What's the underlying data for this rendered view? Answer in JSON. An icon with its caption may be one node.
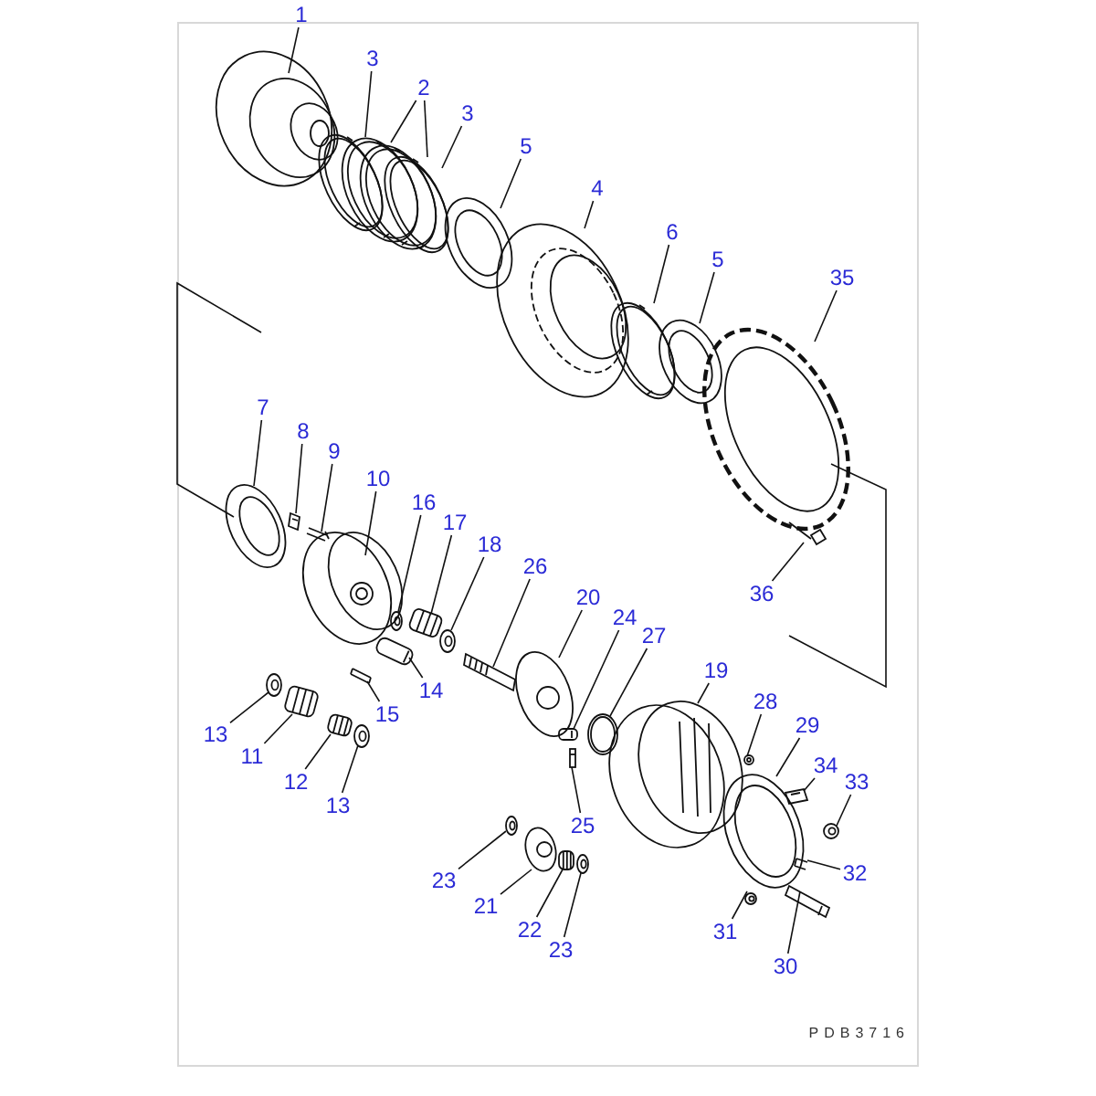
{
  "diagram": {
    "nodes": [
      {
        "text": [
          "1"
        ]
      },
      {
        "text": [
          "3"
        ]
      },
      {
        "text": [
          "2"
        ]
      },
      {
        "text": [
          "3"
        ]
      },
      {
        "text": [
          "5"
        ]
      },
      {
        "text": [
          "4"
        ]
      },
      {
        "text": [
          "6"
        ]
      },
      {
        "text": [
          "5"
        ]
      },
      {
        "text": [
          "35"
        ]
      },
      {
        "text": [
          "7"
        ]
      },
      {
        "text": [
          "8"
        ]
      },
      {
        "text": [
          "9"
        ]
      },
      {
        "text": [
          "10"
        ]
      },
      {
        "text": [
          "16"
        ]
      },
      {
        "text": [
          "17"
        ]
      },
      {
        "text": [
          "18"
        ]
      },
      {
        "text": [
          "26"
        ]
      },
      {
        "text": [
          "20"
        ]
      },
      {
        "text": [
          "24"
        ]
      },
      {
        "text": [
          "27"
        ]
      },
      {
        "text": [
          "19"
        ]
      },
      {
        "text": [
          "28"
        ]
      },
      {
        "text": [
          "29"
        ]
      },
      {
        "text": [
          "34"
        ]
      },
      {
        "text": [
          "33"
        ]
      },
      {
        "text": [
          "36"
        ]
      },
      {
        "text": [
          "14"
        ]
      },
      {
        "text": [
          "15"
        ]
      },
      {
        "text": [
          "13"
        ]
      },
      {
        "text": [
          "11"
        ]
      },
      {
        "text": [
          "12"
        ]
      },
      {
        "text": [
          "13"
        ]
      },
      {
        "text": [
          "25"
        ]
      },
      {
        "text": [
          "32"
        ]
      },
      {
        "text": [
          "31"
        ]
      },
      {
        "text": [
          "30"
        ]
      },
      {
        "text": [
          "23"
        ]
      },
      {
        "text": [
          "21"
        ]
      },
      {
        "text": [
          "22"
        ]
      },
      {
        "text": [
          "23"
        ]
      },
      {
        "text": [],
        "shape": "picture"
      },
      {
        "text": [],
        "shape": "picture"
      },
      {
        "text": [],
        "shape": "picture"
      },
      {
        "text": [],
        "shape": "picture"
      },
      {
        "text": [],
        "shape": "picture"
      },
      {
        "text": [],
        "shape": "picture"
      },
      {
        "text": [],
        "shape": "picture"
      },
      {
        "text": [],
        "shape": "picture"
      },
      {
        "text": [],
        "shape": "picture"
      },
      {
        "text": [],
        "shape": "picture"
      },
      {
        "text": [],
        "shape": "picture"
      },
      {
        "text": [],
        "shape": "picture"
      },
      {
        "text": [],
        "shape": "picture"
      },
      {
        "text": [],
        "shape": "picture"
      },
      {
        "text": [],
        "shape": "picture"
      },
      {
        "text": [],
        "shape": "picture"
      },
      {
        "text": [],
        "shape": "picture"
      },
      {
        "text": [],
        "shape": "picture"
      },
      {
        "text": [],
        "shape": "picture"
      },
      {
        "text": [],
        "shape": "picture"
      },
      {
        "text": [],
        "shape": "picture"
      },
      {
        "text": [],
        "shape": "picture"
      },
      {
        "text": [],
        "shape": "picture"
      },
      {
        "text": [],
        "shape": "picture"
      },
      {
        "text": [],
        "shape": "picture"
      },
      {
        "text": [],
        "shape": "picture"
      },
      {
        "text": [],
        "shape": "picture"
      },
      {
        "text": [],
        "shape": "picture"
      },
      {
        "text": [],
        "shape": "picture"
      },
      {
        "text": [],
        "shape": "picture"
      },
      {
        "text": [],
        "shape": "picture"
      },
      {
        "text": [],
        "shape": "picture"
      },
      {
        "text": [],
        "shape": "picture"
      },
      {
        "text": [],
        "shape": "picture"
      },
      {
        "text": [],
        "shape": "picture"
      },
      {
        "text": [],
        "shape": "picture"
      },
      {
        "text": [],
        "shape": "picture"
      },
      {
        "text": [],
        "shape": "picture"
      },
      {
        "text": [],
        "shape": "picture"
      },
      {
        "text": [],
        "shape": "picture"
      },
      {
        "text": [],
        "shape": "picture"
      }
    ],
    "edges": [
      {
        "from": 0,
        "to": 40,
        "arrow": "none"
      },
      {
        "from": 1,
        "to": 41,
        "arrow": "none"
      },
      {
        "from": 2,
        "to": 42,
        "arrow": "none"
      },
      {
        "from": 2,
        "to": 43,
        "arrow": "none"
      },
      {
        "from": 3,
        "to": 44,
        "arrow": "none"
      },
      {
        "from": 4,
        "to": 45,
        "arrow": "none"
      },
      {
        "from": 5,
        "to": 46,
        "arrow": "none"
      },
      {
        "from": 6,
        "to": 47,
        "arrow": "none"
      },
      {
        "from": 7,
        "to": 48,
        "arrow": "none"
      },
      {
        "from": 8,
        "to": 49,
        "arrow": "none"
      },
      {
        "from": 9,
        "to": 50,
        "arrow": "none"
      },
      {
        "from": 10,
        "to": 51,
        "arrow": "none"
      },
      {
        "from": 11,
        "to": 52,
        "arrow": "none"
      },
      {
        "from": 12,
        "to": 53,
        "arrow": "none"
      },
      {
        "from": 13,
        "to": 54,
        "arrow": "none"
      },
      {
        "from": 14,
        "to": 55,
        "arrow": "none"
      },
      {
        "from": 15,
        "to": 56,
        "arrow": "none"
      },
      {
        "from": 16,
        "to": 57,
        "arrow": "none"
      },
      {
        "from": 17,
        "to": 58,
        "arrow": "none"
      },
      {
        "from": 18,
        "to": 59,
        "arrow": "none"
      },
      {
        "from": 19,
        "to": 60,
        "arrow": "none"
      },
      {
        "from": 20,
        "to": 61,
        "arrow": "none"
      },
      {
        "from": 21,
        "to": 62,
        "arrow": "none"
      },
      {
        "from": 22,
        "to": 63,
        "arrow": "none"
      },
      {
        "from": 23,
        "to": 64,
        "arrow": "none"
      },
      {
        "from": 24,
        "to": 65,
        "arrow": "none"
      },
      {
        "from": 25,
        "to": 66,
        "arrow": "none"
      },
      {
        "from": 26,
        "to": 67,
        "arrow": "none"
      },
      {
        "from": 27,
        "to": 68,
        "arrow": "none"
      },
      {
        "from": 28,
        "to": 69,
        "arrow": "none"
      },
      {
        "from": 29,
        "to": 70,
        "arrow": "none"
      },
      {
        "from": 30,
        "to": 71,
        "arrow": "none"
      },
      {
        "from": 31,
        "to": 72,
        "arrow": "none"
      },
      {
        "from": 32,
        "to": 73,
        "arrow": "none"
      },
      {
        "from": 33,
        "to": 74,
        "arrow": "none"
      },
      {
        "from": 34,
        "to": 75,
        "arrow": "none"
      },
      {
        "from": 35,
        "to": 76,
        "arrow": "none"
      },
      {
        "from": 36,
        "to": 77,
        "arrow": "none"
      },
      {
        "from": 37,
        "to": 78,
        "arrow": "none"
      },
      {
        "from": 38,
        "to": 79,
        "arrow": "none"
      },
      {
        "from": 39,
        "to": 80,
        "arrow": "none"
      }
    ],
    "labels": [
      "PDB3716"
    ]
  }
}
